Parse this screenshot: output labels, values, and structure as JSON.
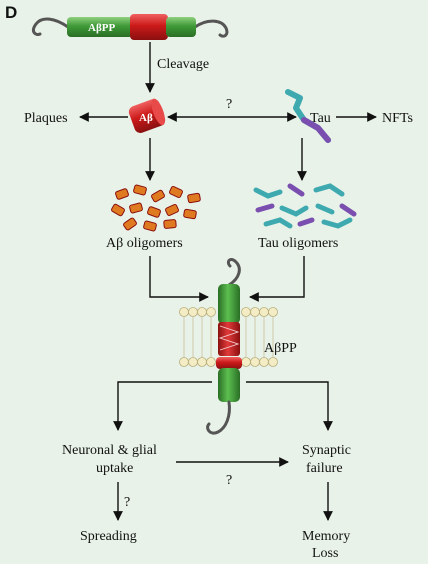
{
  "panel_label": "D",
  "colors": {
    "background": "#e8f2e8",
    "app_green": "#3f9a37",
    "abeta_red": "#cc1a1a",
    "oligomer_orange": "#e07a20",
    "tau_teal": "#3fa9b0",
    "tau_purple": "#7a4fb0",
    "membrane_bead": "#f3ecc4"
  },
  "labels": {
    "appbar": "AβPP",
    "cleavage": "Cleavage",
    "plaques": "Plaques",
    "abeta": "Aβ",
    "question_top": "?",
    "tau": "Tau",
    "nfts": "NFTs",
    "abeta_oligomers": "Aβ oligomers",
    "tau_oligomers": "Tau oligomers",
    "membrane_appp": "AβPP",
    "uptake_line1": "Neuronal & glial",
    "uptake_line2": "uptake",
    "question_mid": "?",
    "synaptic_line1": "Synaptic",
    "synaptic_line2": "failure",
    "question_low": "?",
    "spreading": "Spreading",
    "memory_line1": "Memory",
    "memory_line2": "Loss"
  }
}
